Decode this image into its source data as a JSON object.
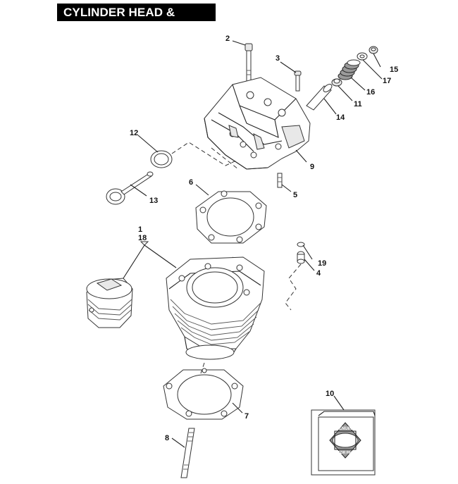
{
  "title": "CYLINDER HEAD & VALVES",
  "callouts": {
    "c1": "1",
    "c18": "18",
    "c2": "2",
    "c3": "3",
    "c4": "4",
    "c5": "5",
    "c6": "6",
    "c7": "7",
    "c8": "8",
    "c9": "9",
    "c10": "10",
    "c11": "11",
    "c12": "12",
    "c13": "13",
    "c14": "14",
    "c15": "15",
    "c16": "16",
    "c17": "17",
    "c19": "19"
  },
  "gasket_kit_box": {
    "logo_top": "GENUINE",
    "logo_bottom": "MOTOR PARTS"
  }
}
